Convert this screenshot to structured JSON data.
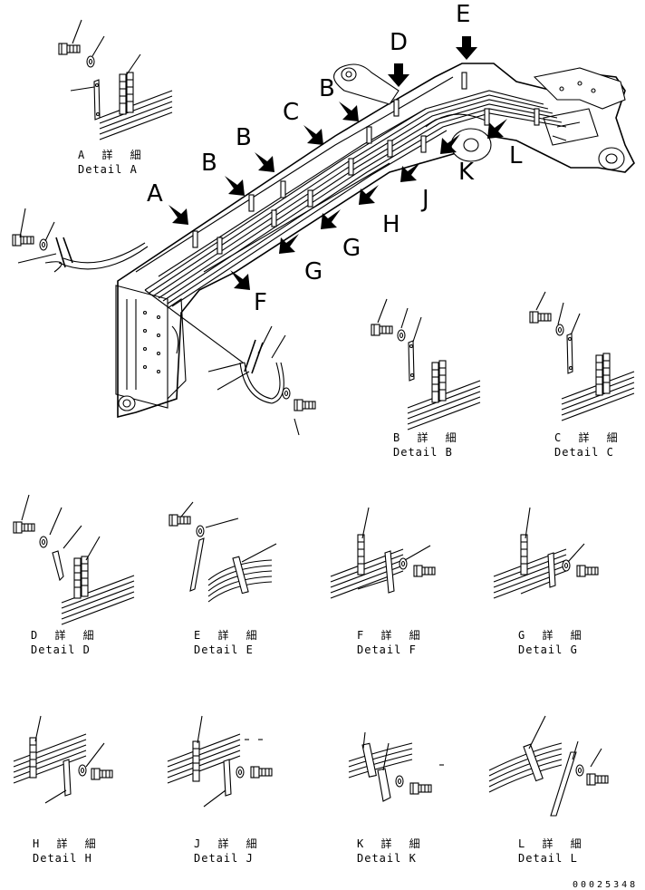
{
  "main_callouts": [
    "A",
    "B",
    "B",
    "C",
    "B",
    "D",
    "E",
    "F",
    "G",
    "G",
    "H",
    "J",
    "K",
    "L"
  ],
  "details": [
    {
      "letter": "A",
      "jp": "A 詳 細",
      "en": "Detail A"
    },
    {
      "letter": "B",
      "jp": "B 詳 細",
      "en": "Detail B"
    },
    {
      "letter": "C",
      "jp": "C 詳 細",
      "en": "Detail C"
    },
    {
      "letter": "D",
      "jp": "D 詳 細",
      "en": "Detail D"
    },
    {
      "letter": "E",
      "jp": "E 詳 細",
      "en": "Detail E"
    },
    {
      "letter": "F",
      "jp": "F 詳 細",
      "en": "Detail F"
    },
    {
      "letter": "G",
      "jp": "G 詳 細",
      "en": "Detail G"
    },
    {
      "letter": "H",
      "jp": "H 詳 細",
      "en": "Detail H"
    },
    {
      "letter": "J",
      "jp": "J 詳 細",
      "en": "Detail J"
    },
    {
      "letter": "K",
      "jp": "K 詳 細",
      "en": "Detail K"
    },
    {
      "letter": "L",
      "jp": "L 詳 細",
      "en": "Detail L"
    }
  ],
  "drawing_number": "00025348"
}
